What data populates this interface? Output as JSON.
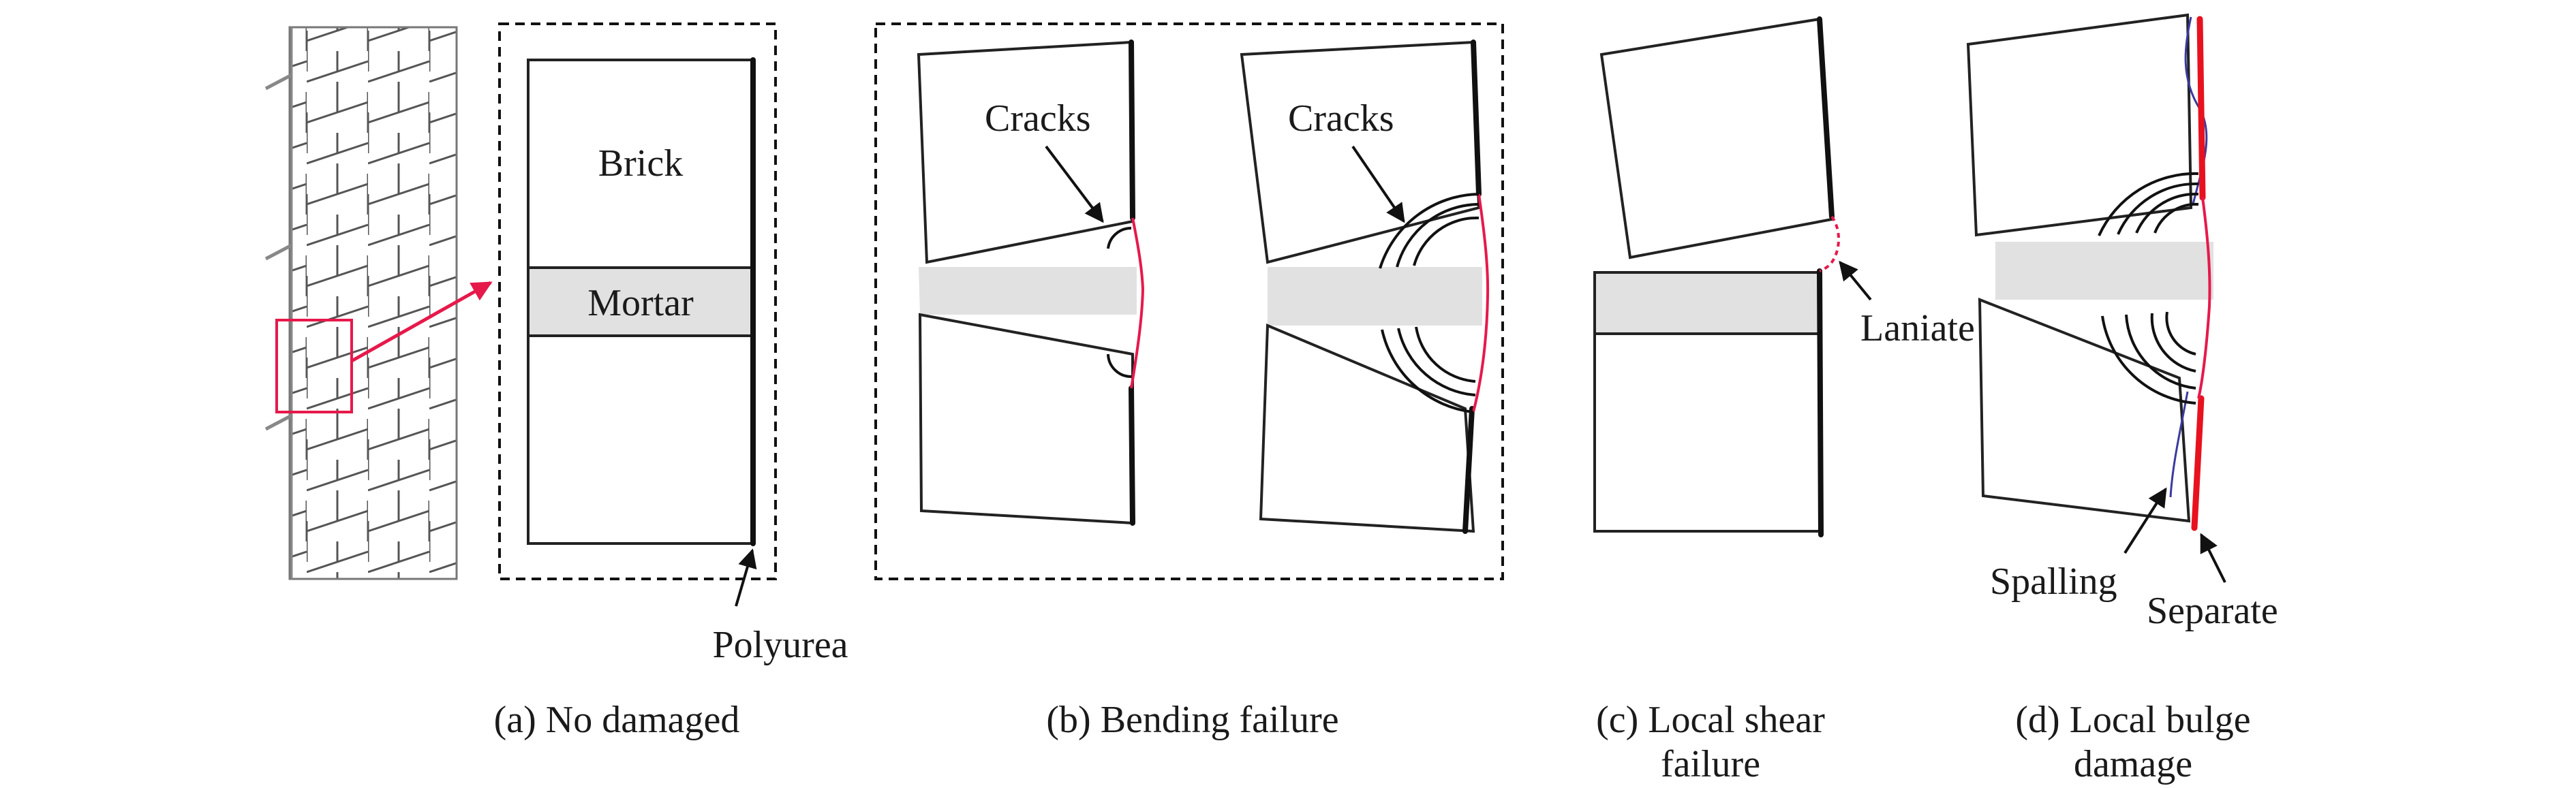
{
  "labels": {
    "brick": "Brick",
    "mortar": "Mortar",
    "polyurea": "Polyurea",
    "cracks_b1": "Cracks",
    "cracks_b2": "Cracks",
    "laniate": "Laniate",
    "spalling": "Spalling",
    "separate": "Separate"
  },
  "captions": {
    "a": "(a) No damaged",
    "b": "(b) Bending failure",
    "c_line1": "(c) Local shear",
    "c_line2": "failure",
    "d_line1": "(d) Local bulge",
    "d_line2": "damage"
  },
  "colors": {
    "highlight": "#e6194b",
    "coating": "#111111",
    "mortar": "#e1e1e1",
    "spalling": "#3a3aa0"
  }
}
